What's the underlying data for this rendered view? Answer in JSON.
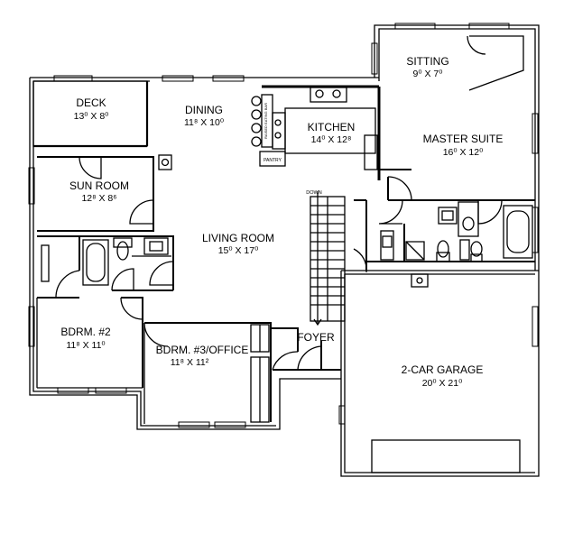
{
  "rooms": {
    "deck": {
      "name": "DECK",
      "dims": "13⁰ X 8⁰"
    },
    "dining": {
      "name": "DINING",
      "dims": "11⁸ X 10⁰"
    },
    "kitchen": {
      "name": "KITCHEN",
      "dims": "14⁰ X 12⁸"
    },
    "sitting": {
      "name": "SITTING",
      "dims": "9⁰ X 7⁰"
    },
    "master": {
      "name": "MASTER SUITE",
      "dims": "16⁰ X 12⁰"
    },
    "sunroom": {
      "name": "SUN ROOM",
      "dims": "12⁸ X 8⁶"
    },
    "living": {
      "name": "LIVING ROOM",
      "dims": "15⁰ X 17⁰"
    },
    "bdrm2": {
      "name": "BDRM. #2",
      "dims": "11⁸ X 11⁰"
    },
    "bdrm3": {
      "name": "BDRM. #3/OFFICE",
      "dims": "11⁸ X 11²"
    },
    "foyer": {
      "name": "FOYER"
    },
    "garage": {
      "name": "2-CAR GARAGE",
      "dims": "20⁰ X 21⁰"
    }
  },
  "annotations": {
    "stairs_down": "DOWN",
    "pantry": "PANTRY",
    "eating_bar": "RAISED EATING BAR"
  }
}
